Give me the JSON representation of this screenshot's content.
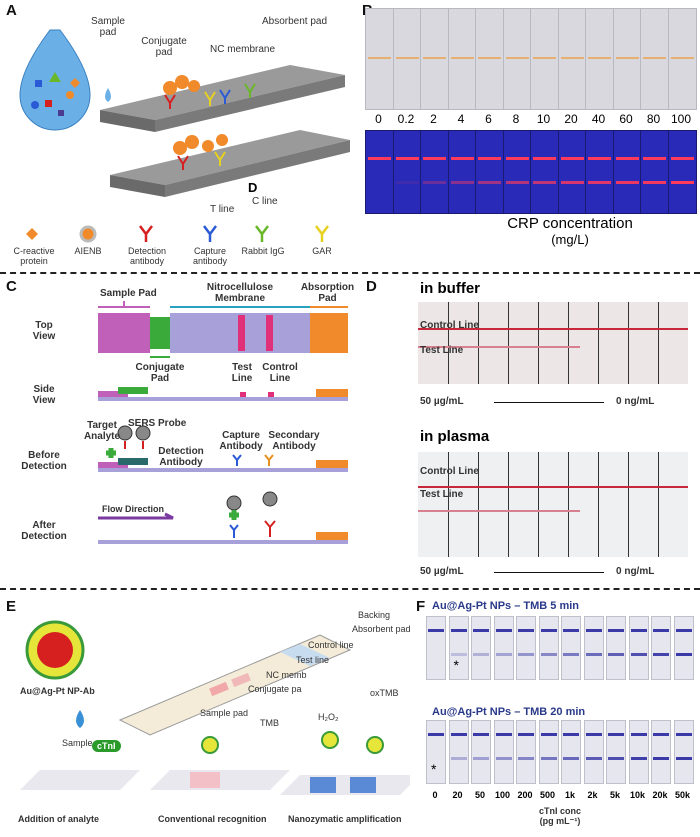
{
  "panels": {
    "A": {
      "label": "A",
      "parts": [
        "Sample pad",
        "Conjugate pad",
        "NC membrane",
        "Absorbent pad"
      ],
      "lines": [
        "T line",
        "C line",
        "D"
      ],
      "legend": [
        {
          "label": "C-reactive protein",
          "color": "#f08a2a",
          "icon": "diamond-icon"
        },
        {
          "label": "AIENB",
          "color": "#f08a2a",
          "icon": "circle-icon"
        },
        {
          "label": "Detection antibody",
          "color": "#d62020",
          "icon": "antibody-icon"
        },
        {
          "label": "Capture antibody",
          "color": "#2a5ad6",
          "icon": "antibody-icon"
        },
        {
          "label": "Rabbit IgG",
          "color": "#6ab82a",
          "icon": "antibody-icon"
        },
        {
          "label": "GAR",
          "color": "#e6d020",
          "icon": "antibody-icon"
        }
      ]
    },
    "B": {
      "label": "B",
      "concentrations": [
        "0",
        "0.2",
        "2",
        "4",
        "6",
        "8",
        "10",
        "20",
        "40",
        "60",
        "80",
        "100"
      ],
      "xlabel_line1": "CRP concentration",
      "xlabel_line2": "(mg/L)",
      "test_line_intensity": [
        0,
        0.1,
        0.3,
        0.45,
        0.55,
        0.65,
        0.7,
        0.8,
        0.85,
        0.9,
        0.95,
        1.0
      ]
    },
    "C": {
      "label": "C",
      "top_labels": [
        "Sample Pad",
        "Nitrocellulose Membrane",
        "Absorption Pad"
      ],
      "row_labels": [
        "Top View",
        "Side View",
        "Before Detection",
        "After Detection"
      ],
      "conjugate_pad": "Conjugate Pad",
      "test_line": "Test Line",
      "control_line": "Control Line",
      "target_analyte": "Target Analyte",
      "sers_probe": "SERS Probe",
      "detection_antibody": "Detection Antibody",
      "capture_antibody": "Capture Antibody",
      "secondary_antibody": "Secondary Antibody",
      "flow_direction": "Flow Direction"
    },
    "D": {
      "label": "D",
      "sections": [
        {
          "title": "in buffer",
          "control": "Control Line",
          "test": "Test Line",
          "left": "50 µg/mL",
          "right": "0 ng/mL"
        },
        {
          "title": "in plasma",
          "control": "Control Line",
          "test": "Test Line",
          "left": "50 µg/mL",
          "right": "0 ng/mL"
        }
      ]
    },
    "E": {
      "label": "E",
      "probe_label": "Au@Ag-Pt NP-Ab",
      "sample": "Sample",
      "strip_parts": [
        "Backing",
        "Absorbent pad",
        "Control line",
        "Test line",
        "NC memb",
        "Conjugate pa",
        "Sample pad"
      ],
      "ctni": "cTnI",
      "tmb": "TMB",
      "oxtmb": "oxTMB",
      "h2o2": "H₂O₂",
      "steps": [
        "Addition of analyte",
        "Conventional recognition",
        "Nanozymatic amplification"
      ]
    },
    "F": {
      "label": "F",
      "title_top": "Au@Ag-Pt  NPs – TMB 5 min",
      "title_bottom": "Au@Ag-Pt  NPs – TMB 20 min",
      "concentrations": [
        "0",
        "20",
        "50",
        "100",
        "200",
        "500",
        "1k",
        "2k",
        "5k",
        "10k",
        "20k",
        "50k"
      ],
      "xlabel_line1": "cTnI conc",
      "xlabel_line2": "(pg mL⁻¹)",
      "marker": "*"
    }
  }
}
